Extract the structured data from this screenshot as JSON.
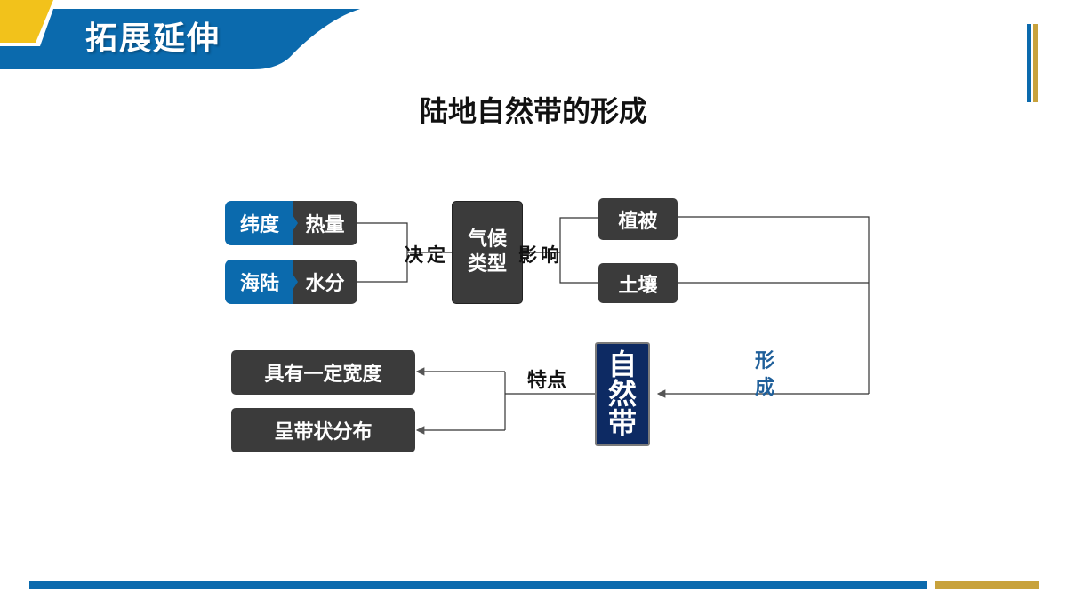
{
  "header": {
    "title": "拓展延伸"
  },
  "page_title": "陆地自然带的形成",
  "factors": [
    {
      "label": "纬度",
      "result": "热量"
    },
    {
      "label": "海陆",
      "result": "水分"
    }
  ],
  "connector_labels": {
    "determine": "决定",
    "influence": "影响",
    "form_line1": "形",
    "form_line2": "成",
    "feature": "特点"
  },
  "climate_box": {
    "line1": "气候",
    "line2": "类型"
  },
  "vegetation": "植被",
  "soil": "土壤",
  "natural_zone": {
    "c1": "自",
    "c2": "然",
    "c3": "带"
  },
  "features": [
    "具有一定宽度",
    "呈带状分布"
  ],
  "colors": {
    "blue": "#0b6aad",
    "dark": "#3b3b3b",
    "navy": "#0d2a63",
    "gold": "#c8a23c",
    "yellow": "#f2c21b"
  }
}
